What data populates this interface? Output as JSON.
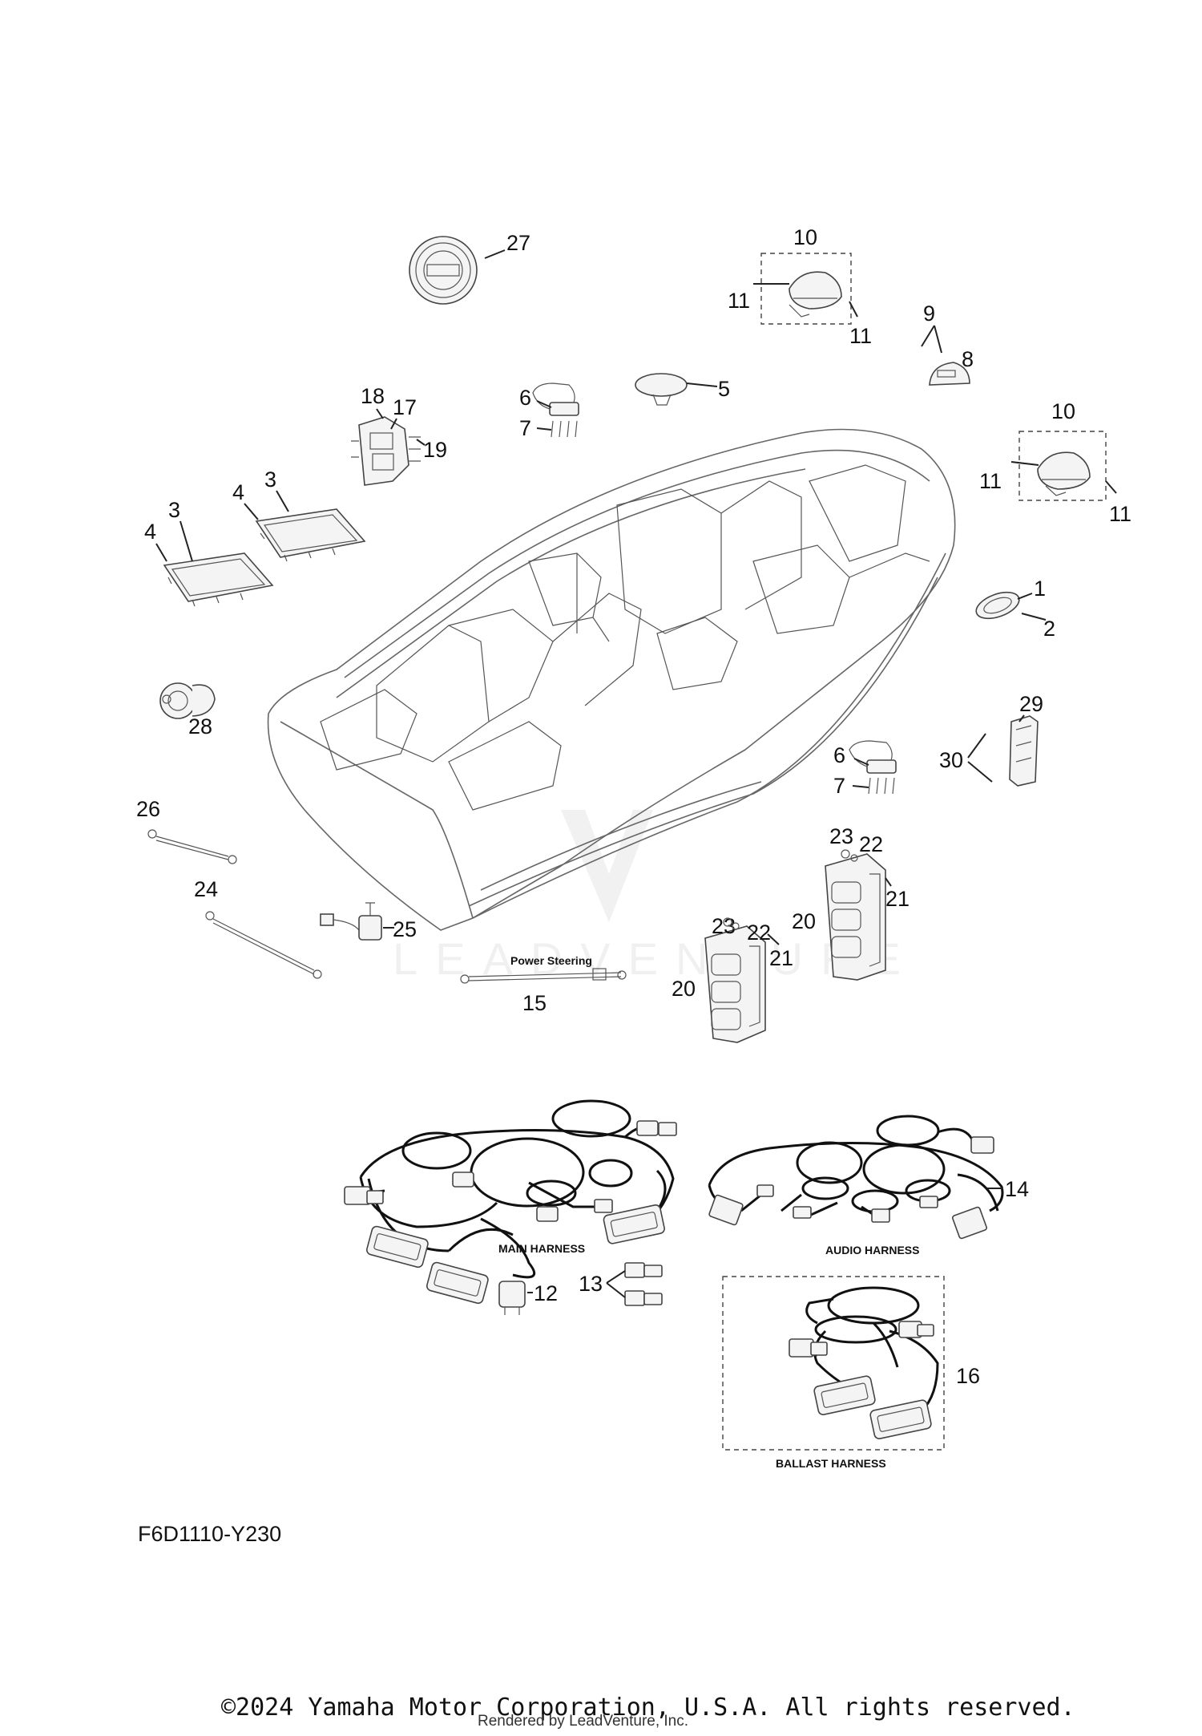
{
  "diagram_code": "F6D1110-Y230",
  "copyright": "©2024 Yamaha Motor Corporation, U.S.A. All rights reserved.",
  "rendered_by": "Rendered by LeadVenture, Inc.",
  "watermark": "LEADVENTURE",
  "captions": {
    "power_steering": "Power Steering",
    "main_harness": "MAIN HARNESS",
    "audio_harness": "AUDIO HARNESS",
    "ballast_harness": "BALLAST HARNESS"
  },
  "callouts": {
    "c27": "27",
    "c10a": "10",
    "c11a": "11",
    "c11b": "11",
    "c9": "9",
    "c8": "8",
    "c5": "5",
    "c6a": "6",
    "c7a": "7",
    "c18": "18",
    "c17": "17",
    "c19": "19",
    "c10b": "10",
    "c11c": "11",
    "c11d": "11",
    "c3a": "3",
    "c4a": "4",
    "c3b": "3",
    "c4b": "4",
    "c1": "1",
    "c2": "2",
    "c28": "28",
    "c29": "29",
    "c30": "30",
    "c6b": "6",
    "c7b": "7",
    "c26": "26",
    "c24": "24",
    "c25": "25",
    "c23a": "23",
    "c22a": "22",
    "c21a": "21",
    "c20a": "20",
    "c23b": "23",
    "c22b": "22",
    "c21b": "21",
    "c20b": "20",
    "c15": "15",
    "c14": "14",
    "c13": "13",
    "c12": "12",
    "c16": "16"
  }
}
